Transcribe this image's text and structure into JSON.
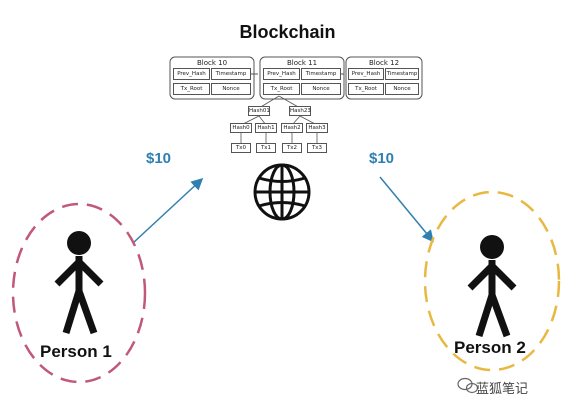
{
  "title": "Blockchain",
  "blocks": [
    {
      "label": "Block 10",
      "prev_hash": "Prev_Hash",
      "timestamp": "Timestamp",
      "tx_root": "Tx_Root",
      "nonce": "Nonce"
    },
    {
      "label": "Block 11",
      "prev_hash": "Prev_Hash",
      "timestamp": "Timestamp",
      "tx_root": "Tx_Root",
      "nonce": "Nonce"
    },
    {
      "label": "Block 12",
      "prev_hash": "Prev_Hash",
      "timestamp": "Timestamp",
      "tx_root": "Tx_Root",
      "nonce": "Nonce"
    }
  ],
  "merkle": {
    "hash01": "Hash01",
    "hash23": "Hash23",
    "hash0": "Hash0",
    "hash1": "Hash1",
    "hash2": "Hash2",
    "hash3": "Hash3",
    "tx0": "Tx0",
    "tx1": "Tx1",
    "tx2": "Tx2",
    "tx3": "Tx3"
  },
  "transfers": {
    "left_amount": "$10",
    "right_amount": "$10"
  },
  "people": {
    "person1": {
      "label": "Person 1",
      "ring_color": "#c0587a"
    },
    "person2": {
      "label": "Person 2",
      "ring_color": "#e8b840"
    }
  },
  "colors": {
    "arrow": "#2f7fb0",
    "figure": "#111111"
  },
  "watermark": "蓝狐笔记"
}
